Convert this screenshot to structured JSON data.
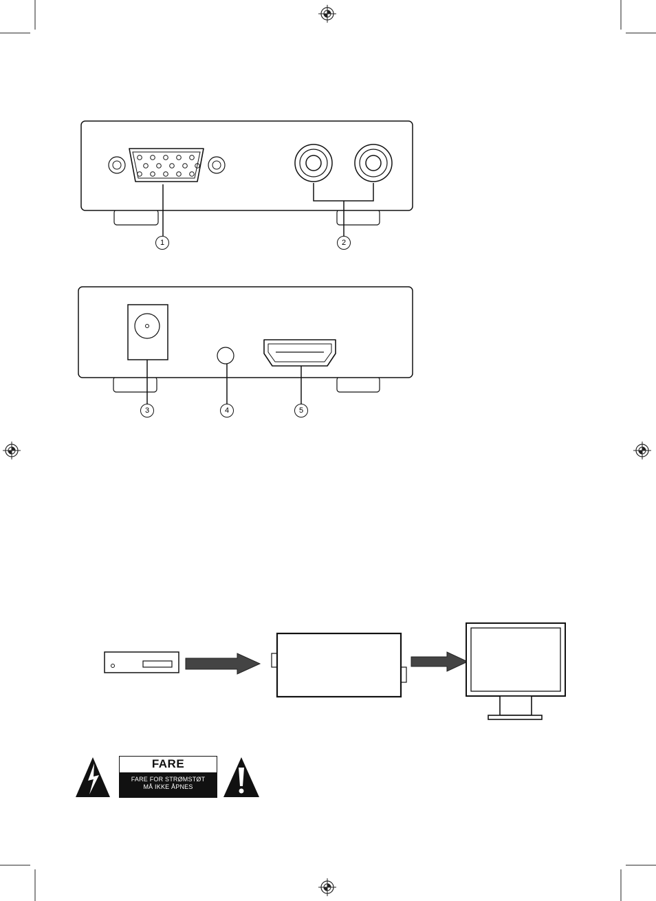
{
  "callouts": {
    "c1": "1",
    "c2": "2",
    "c3": "3",
    "c4": "4",
    "c5": "5"
  },
  "warning": {
    "title": "FARE",
    "line1": "FARE FOR STRØMSTØT",
    "line2": "MÅ IKKE ÅPNES"
  },
  "icons": {
    "registration": "registration-mark-icon",
    "lightning": "lightning-warning-icon",
    "exclamation": "exclamation-warning-icon"
  }
}
